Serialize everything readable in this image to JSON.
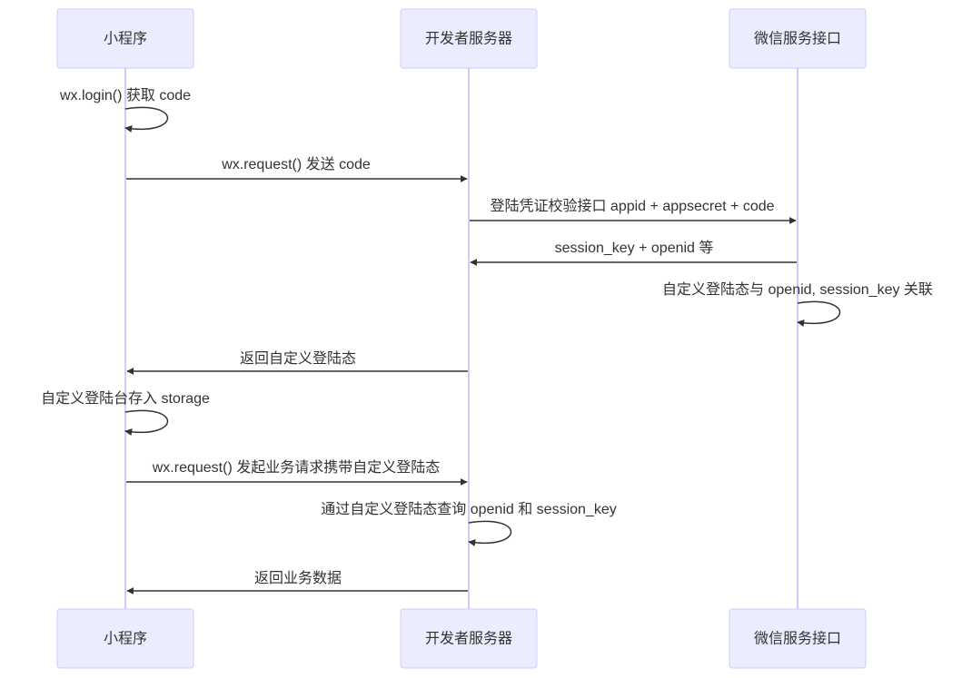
{
  "diagram": {
    "type": "sequence",
    "participants": [
      {
        "id": "mini",
        "label": "小程序"
      },
      {
        "id": "dev",
        "label": "开发者服务器"
      },
      {
        "id": "wx",
        "label": "微信服务接口"
      }
    ],
    "messages": [
      {
        "from": "mini",
        "to": "mini",
        "label": "wx.login() 获取 code"
      },
      {
        "from": "mini",
        "to": "dev",
        "label": "wx.request() 发送 code"
      },
      {
        "from": "dev",
        "to": "wx",
        "label": "登陆凭证校验接口 appid + appsecret + code"
      },
      {
        "from": "wx",
        "to": "dev",
        "label": "session_key + openid 等"
      },
      {
        "from": "wx",
        "to": "wx",
        "label": "自定义登陆态与 openid, session_key 关联"
      },
      {
        "from": "dev",
        "to": "mini",
        "label": "返回自定义登陆态"
      },
      {
        "from": "mini",
        "to": "mini",
        "label": "自定义登陆台存入 storage"
      },
      {
        "from": "mini",
        "to": "dev",
        "label": "wx.request() 发起业务请求携带自定义登陆态"
      },
      {
        "from": "dev",
        "to": "dev",
        "label": "通过自定义登陆态查询 openid 和 session_key"
      },
      {
        "from": "dev",
        "to": "mini",
        "label": "返回业务数据"
      }
    ]
  },
  "colors": {
    "actor_fill": "#ECECFF",
    "actor_border": "#CCCCFF",
    "lifeline": "#CCCCFF",
    "line": "#333333",
    "text": "#333333"
  }
}
